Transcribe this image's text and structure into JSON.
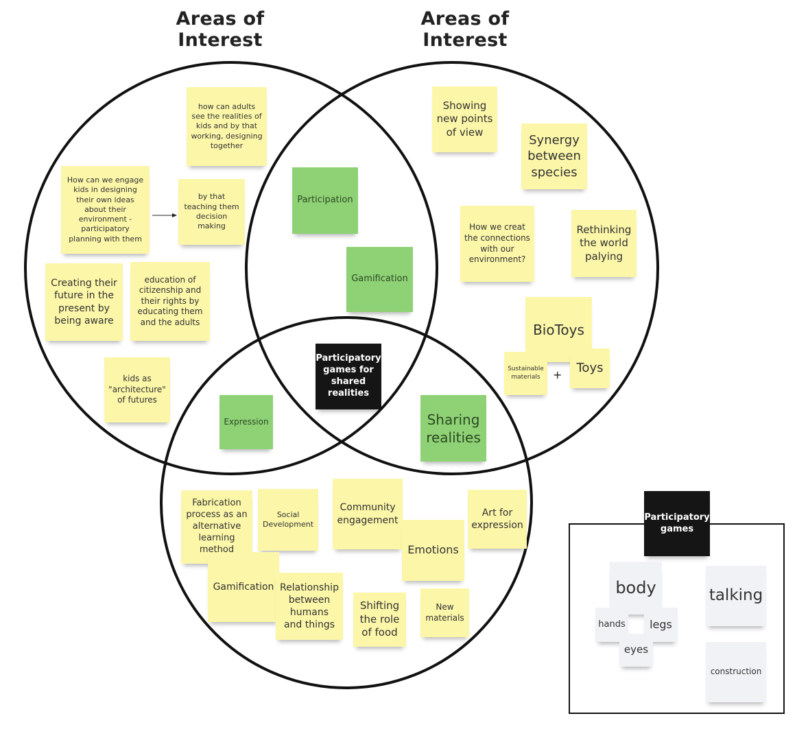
{
  "titles": {
    "left": "Areas of Interest",
    "right": "Areas of Interest"
  },
  "colors": {
    "yellow_note": "#fbf6a8",
    "green_note": "#8fd175",
    "black_note": "#151515",
    "grey_note": "#f1f2f5",
    "circle_stroke": "#111111"
  },
  "left_circle": {
    "notes": [
      "how can adults see the realities of kids and by that working, designing together",
      "How can we engage kids in designing their own ideas about their environment - participatory planning with them",
      "by that teaching them decision making",
      "Creating their future in the present by being aware",
      "education of citizenship and their rights by educating them and the adults",
      "kids as \"architecture\" of futures"
    ]
  },
  "right_circle": {
    "notes": [
      "Showing new points of view",
      "Synergy between species",
      "How we creat the connections with our environment?",
      "Rethinking the world palying",
      "BioToys",
      "Sustainable materials",
      "Toys"
    ],
    "plus": "+"
  },
  "overlaps": {
    "left_right": [
      "Participation",
      "Gamification"
    ],
    "left_bottom": "Expression",
    "right_bottom": "Sharing realities",
    "center": "Participatory games for shared realities"
  },
  "bottom_circle": {
    "notes": [
      "Fabrication process as an alternative learning method",
      "Social Development",
      "Community engagement",
      "Art for expression",
      "Emotions",
      "Gamification",
      "Relationship between humans and things",
      "Shifting the role of food",
      "New materials"
    ]
  },
  "legend": {
    "header": "Participatory games",
    "items": [
      "body",
      "talking",
      "hands",
      "legs",
      "eyes",
      "construction"
    ]
  }
}
